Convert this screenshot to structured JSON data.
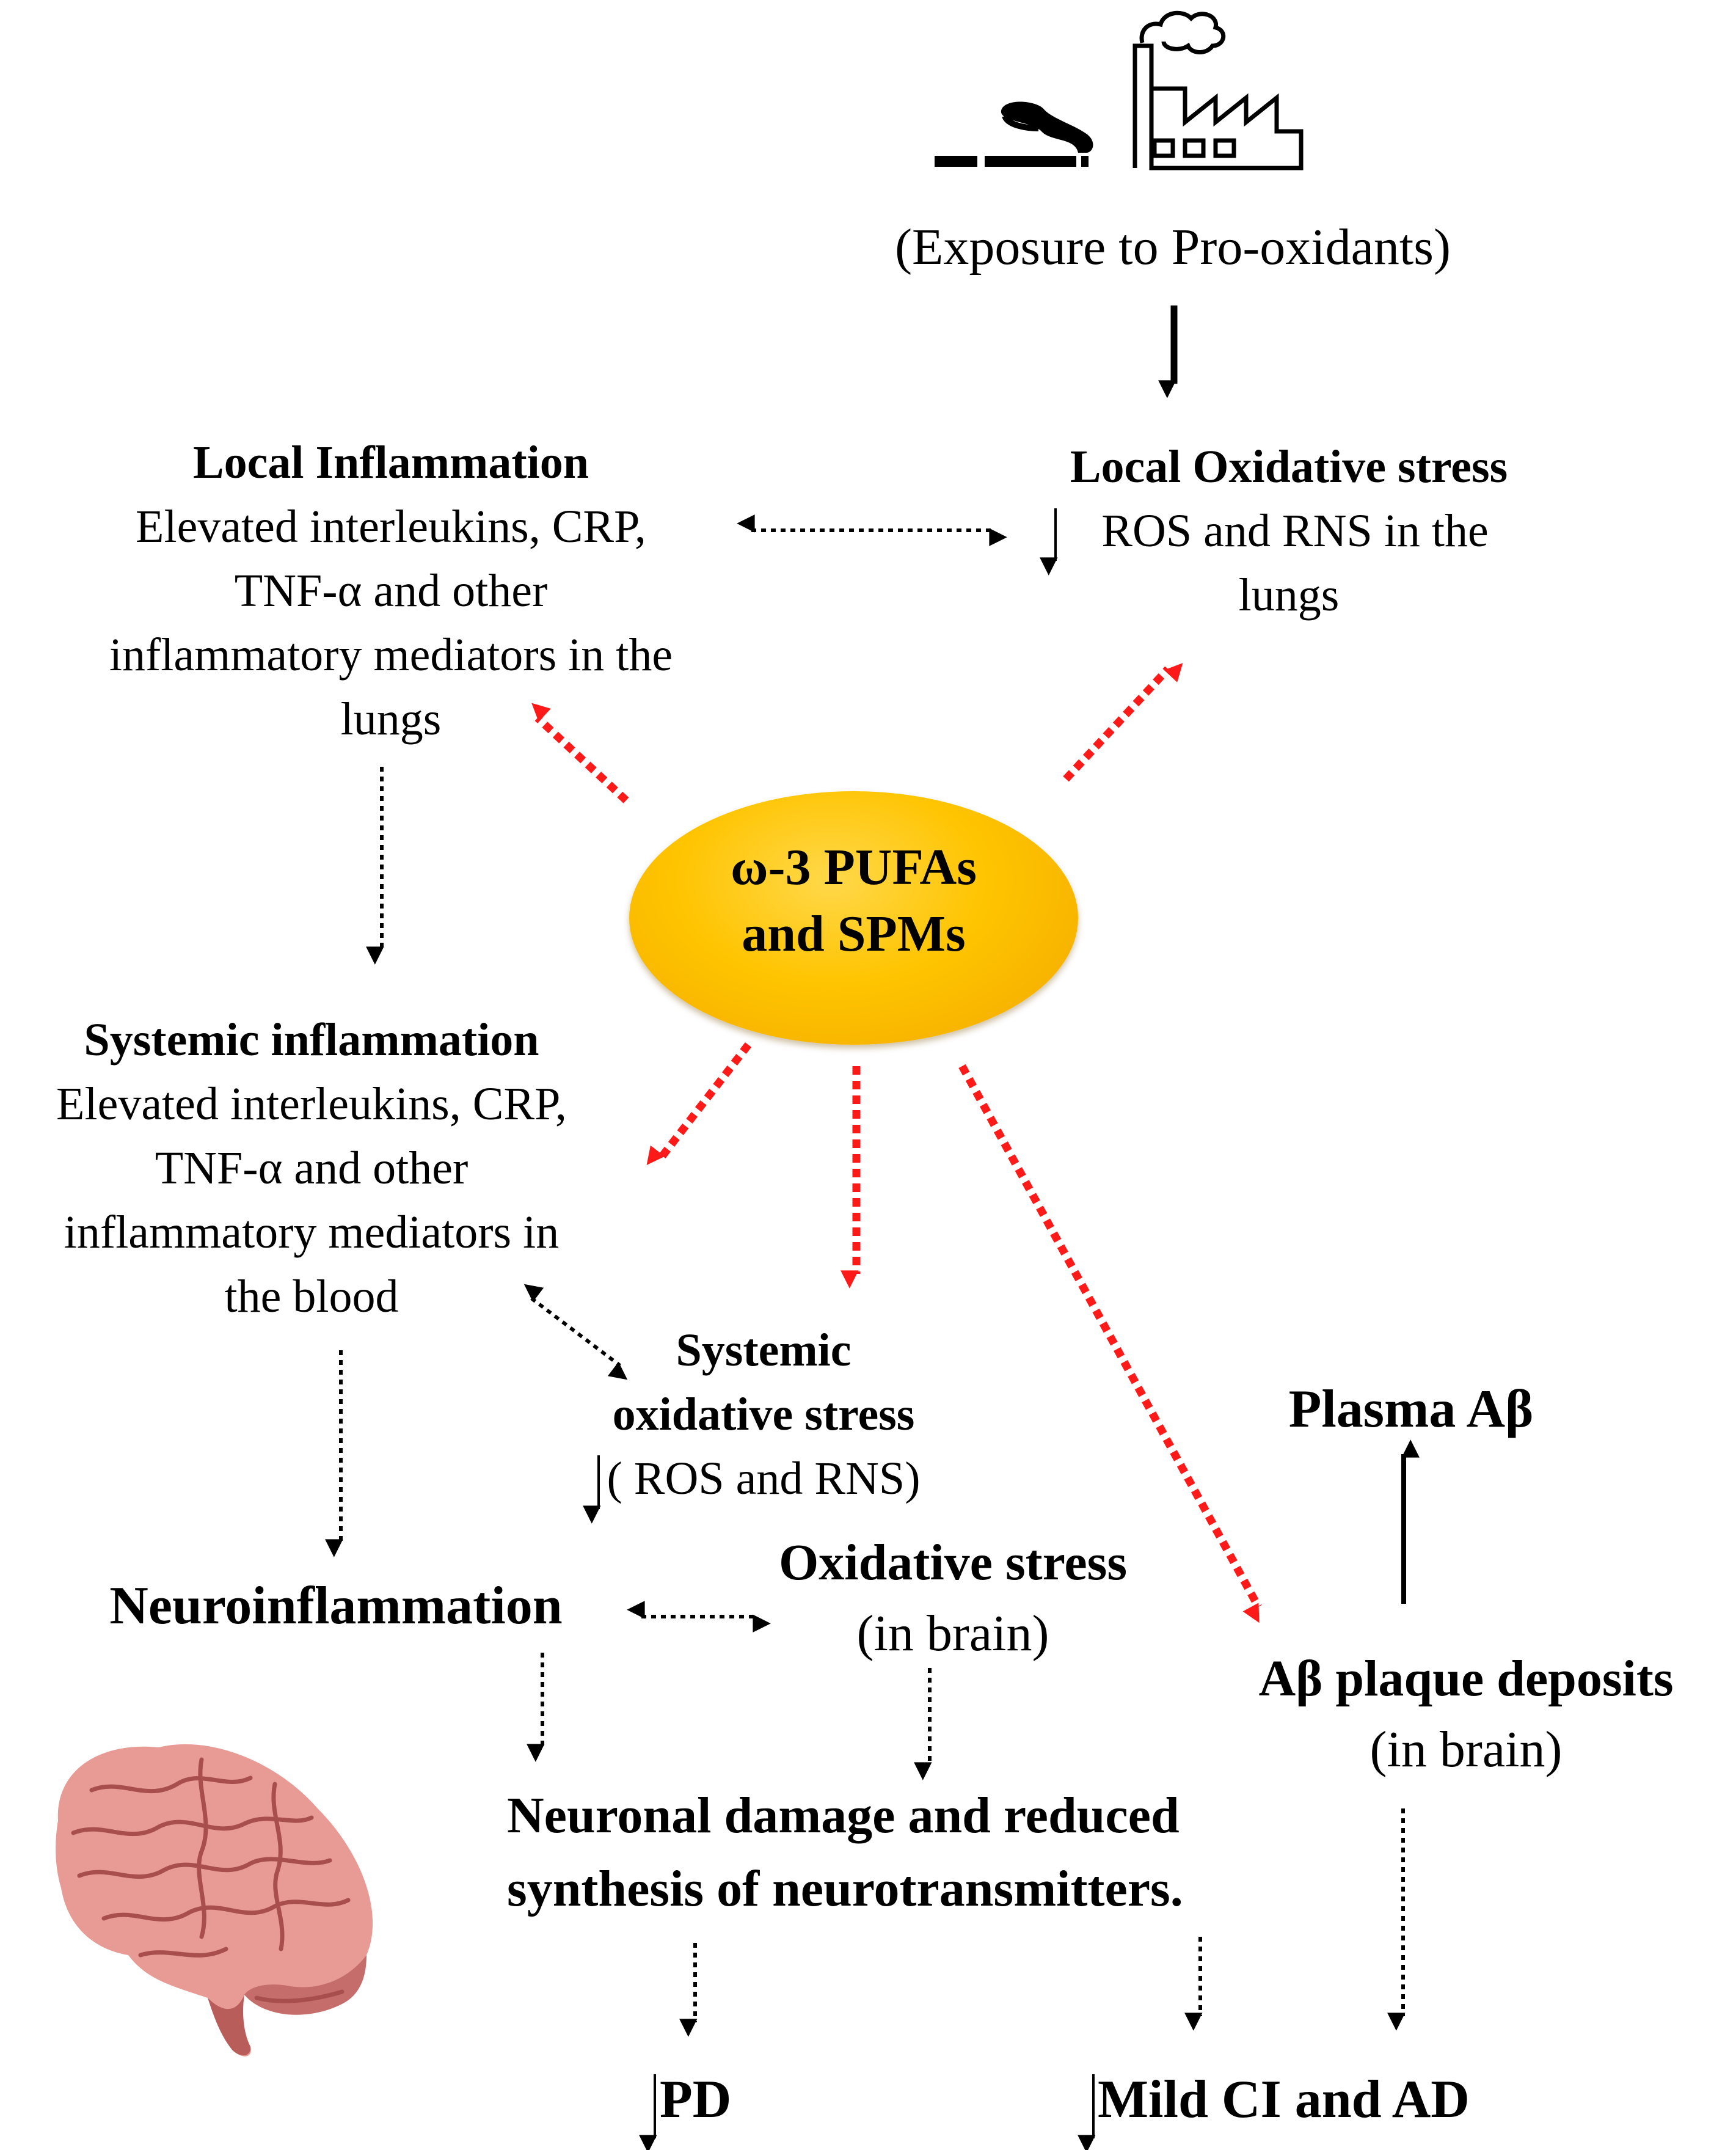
{
  "exposure": {
    "label": "(Exposure to Pro-oxidants)"
  },
  "local_inflammation": {
    "title": "Local Inflammation",
    "lines": [
      "Elevated interleukins, CRP,",
      "TNF-α and other",
      "inflammatory mediators in the",
      "lungs"
    ]
  },
  "local_oxidative": {
    "title": "Local Oxidative stress",
    "lines": [
      "ROS and RNS in the",
      "lungs"
    ]
  },
  "center": {
    "line1": "ω-3 PUFAs",
    "line2": "and SPMs"
  },
  "systemic_inflammation": {
    "title": "Systemic inflammation",
    "lines": [
      "Elevated interleukins, CRP,",
      "TNF-α and other",
      "inflammatory mediators in",
      "the blood"
    ]
  },
  "systemic_oxidative": {
    "lines": [
      "Systemic",
      "oxidative stress"
    ],
    "detail": "( ROS and RNS)"
  },
  "plasma_abeta": {
    "label": "Plasma Aβ"
  },
  "neuroinflammation": {
    "label": "Neuroinflammation"
  },
  "oxidative_brain": {
    "title": "Oxidative stress",
    "detail": "(in brain)"
  },
  "abeta_plaque": {
    "title": "Aβ plaque deposits",
    "detail": "(in brain)"
  },
  "neuronal_damage": {
    "lines": [
      "Neuronal damage and reduced",
      "synthesis of neurotransmitters."
    ]
  },
  "pd": {
    "label": "PD"
  },
  "mci_ad": {
    "label": "Mild CI and AD"
  },
  "colors": {
    "inhibition_arrow": "#ff1a1a",
    "flow_arrow": "#000000",
    "oval": "#ffc400"
  },
  "icons": [
    "cigarette-smoke-icon",
    "factory-icon",
    "brain-image"
  ]
}
